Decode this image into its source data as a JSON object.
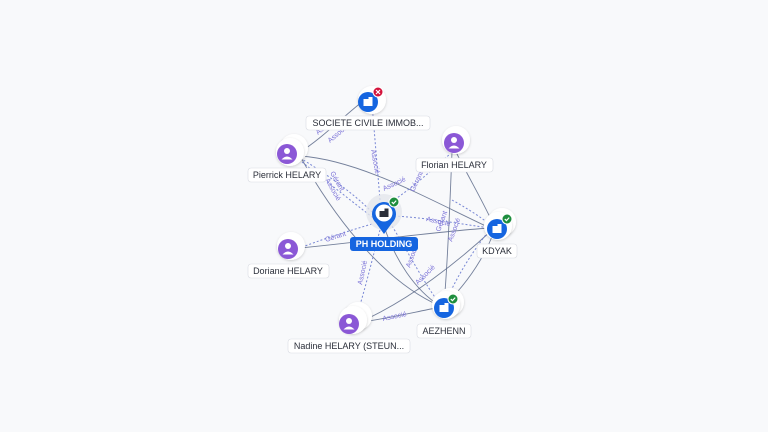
{
  "center": {
    "label": "PH HOLDING",
    "kind": "company",
    "status": "active"
  },
  "nodes": [
    {
      "id": "sci",
      "label": "SOCIETE CIVILE IMMOB...",
      "kind": "company",
      "status": "closed"
    },
    {
      "id": "pierrick",
      "label": "Pierrick HELARY",
      "kind": "person"
    },
    {
      "id": "florian",
      "label": "Florian HELARY",
      "kind": "person"
    },
    {
      "id": "doriane",
      "label": "Doriane HELARY",
      "kind": "person"
    },
    {
      "id": "kdyak",
      "label": "KDYAK",
      "kind": "company",
      "status": "active"
    },
    {
      "id": "aezhenn",
      "label": "AEZHENN",
      "kind": "company",
      "status": "active"
    },
    {
      "id": "nadine",
      "label": "Nadine HELARY (STEUN...",
      "kind": "person"
    }
  ],
  "edge_labels": {
    "associe": "Associé",
    "gerant": "Gérant"
  },
  "colors": {
    "company": "#1565e0",
    "person": "#8b58d6",
    "active": "#1e8e3e",
    "closed": "#d4143c",
    "edge": "#5d6b8a",
    "edge_label": "#7b72d8"
  }
}
